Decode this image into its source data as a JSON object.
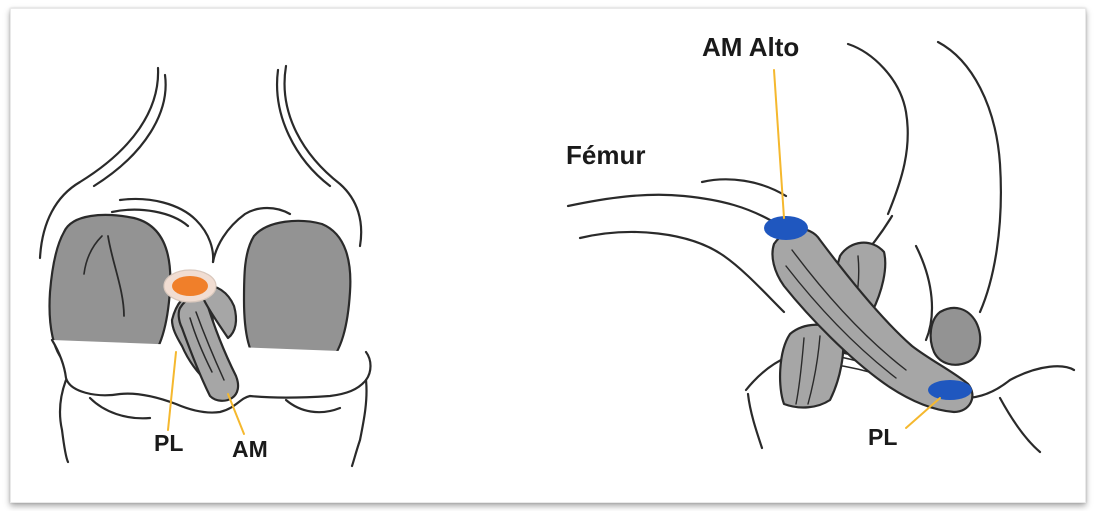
{
  "labels": {
    "left_pl": "PL",
    "left_am": "AM",
    "right_am_alto": "AM Alto",
    "right_femur": "Fémur",
    "right_pl": "PL"
  },
  "colors": {
    "bone_fill": "#939393",
    "bone_fill_light": "#a8a8a8",
    "ligament_fill": "#a6a6a6",
    "outline": "#2a2a2a",
    "leader_line": "#f5b82e",
    "femoral_marker": "#f07f2a",
    "femoral_marker_ring": "#f1ddd2",
    "insertion_marker": "#1f57bf"
  }
}
